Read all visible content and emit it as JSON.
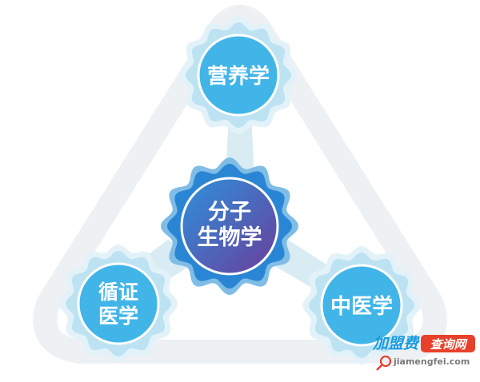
{
  "diagram": {
    "center_node": {
      "lines": [
        "分子",
        "生物学"
      ]
    },
    "top_node": {
      "lines": [
        "营养学"
      ]
    },
    "left_node": {
      "lines": [
        "循证",
        "医学"
      ]
    },
    "right_node": {
      "lines": [
        "中医学"
      ]
    }
  },
  "colors": {
    "outer_ring": "#eef1f4",
    "connector": "#d9ecf4",
    "light_gear": "#bde3f3",
    "light_circle": "#41b5e8",
    "center_gear": "#2a86d4",
    "center_grad_start": "#2e92dd",
    "center_grad_end": "#6a3d9a"
  },
  "watermark": {
    "title_part1": "加盟费",
    "title_part2": "查询网",
    "url": "jiamengfei.com"
  }
}
